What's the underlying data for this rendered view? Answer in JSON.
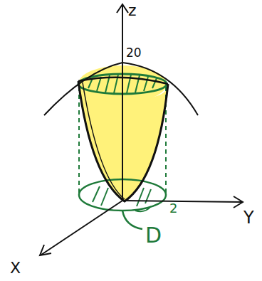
{
  "diagram": {
    "labels": [
      "z",
      "20",
      "2",
      "D",
      "Y",
      "X"
    ]
  }
}
